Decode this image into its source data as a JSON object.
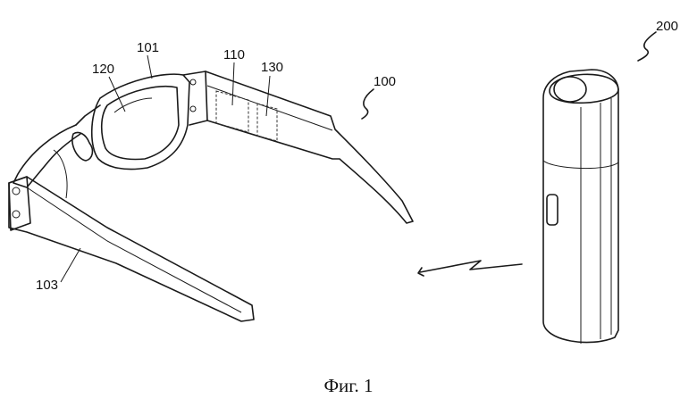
{
  "figure": {
    "caption": "Фиг. 1",
    "references": {
      "r100": "100",
      "r101": "101",
      "r103": "103",
      "r110": "110",
      "r120": "120",
      "r130": "130",
      "r200": "200"
    },
    "parts": {
      "glasses": "smart-glasses",
      "device": "handheld-device",
      "link": "wireless-link-symbol"
    }
  }
}
